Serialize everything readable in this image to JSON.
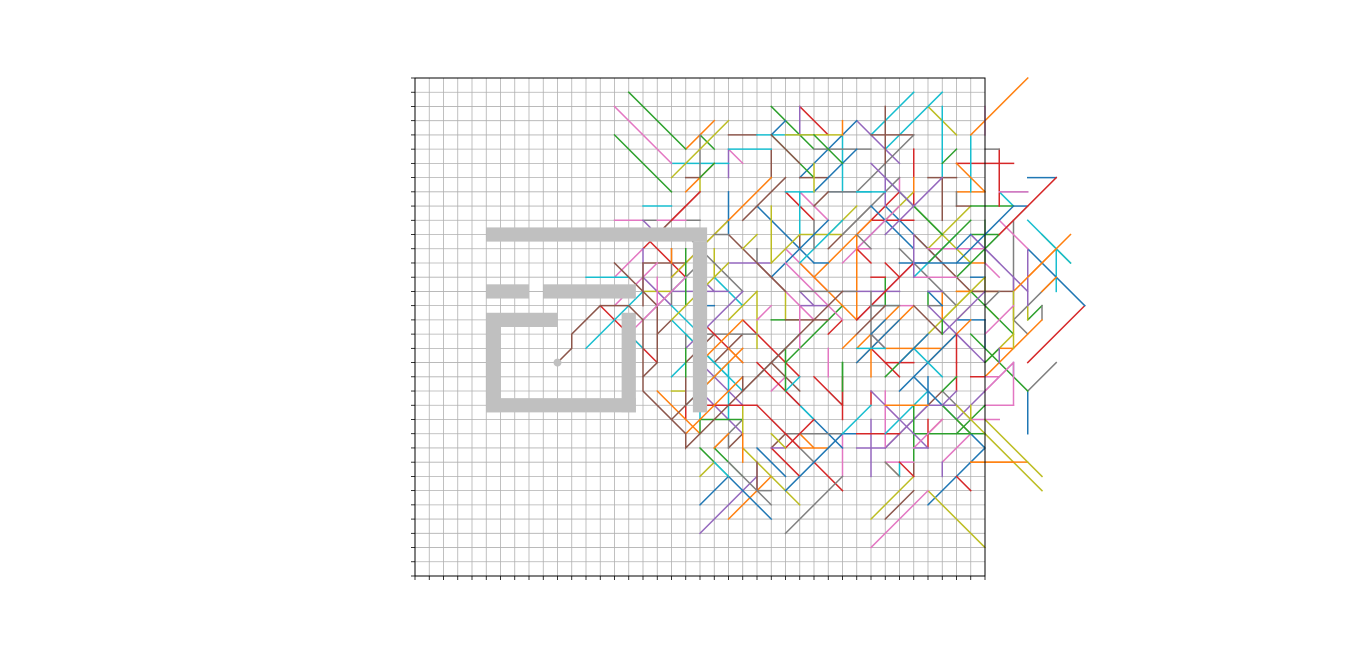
{
  "figure": {
    "kind": "grid path-planning exploration plot",
    "grid_cells": {
      "cols": 40,
      "rows": 35
    },
    "grid_visible": true,
    "wall_color": "#c0c0c0",
    "start_marker_color": "#c0c0c0",
    "color_cycle": [
      "#1f77b4",
      "#ff7f0e",
      "#2ca02c",
      "#d62728",
      "#9467bd",
      "#8c564b",
      "#e377c2",
      "#7f7f7f",
      "#bcbd22",
      "#17becf"
    ],
    "walls": [
      {
        "c0": 5,
        "r0": 10.5,
        "c1": 20.5,
        "r1": 11.5
      },
      {
        "c0": 19.5,
        "r0": 11.5,
        "c1": 20.5,
        "r1": 23.5
      },
      {
        "c0": 5,
        "r0": 14.5,
        "c1": 8,
        "r1": 15.5
      },
      {
        "c0": 9,
        "r0": 14.5,
        "c1": 15.5,
        "r1": 15.5
      },
      {
        "c0": 5,
        "r0": 16.5,
        "c1": 10,
        "r1": 17.5
      },
      {
        "c0": 14.5,
        "r0": 16.5,
        "c1": 15.5,
        "r1": 23.5
      },
      {
        "c0": 5,
        "r0": 17.5,
        "c1": 6,
        "r1": 23.5
      },
      {
        "c0": 5,
        "r0": 22.5,
        "c1": 15.5,
        "r1": 23.5
      }
    ],
    "start": {
      "c": 10,
      "r": 20
    },
    "highlight_path": [
      [
        10,
        20
      ],
      [
        11,
        19
      ],
      [
        11,
        18
      ],
      [
        13,
        16
      ],
      [
        15,
        16
      ],
      [
        16,
        17
      ],
      [
        16,
        22
      ],
      [
        19,
        25
      ],
      [
        19,
        26
      ],
      [
        21,
        24
      ],
      [
        24,
        21
      ],
      [
        27,
        18
      ],
      [
        28,
        17
      ],
      [
        30,
        15
      ]
    ],
    "explored_fan": {
      "center": {
        "c": 30,
        "r": 15
      },
      "radius": 15.5,
      "segments": 420,
      "seed": 7
    }
  }
}
